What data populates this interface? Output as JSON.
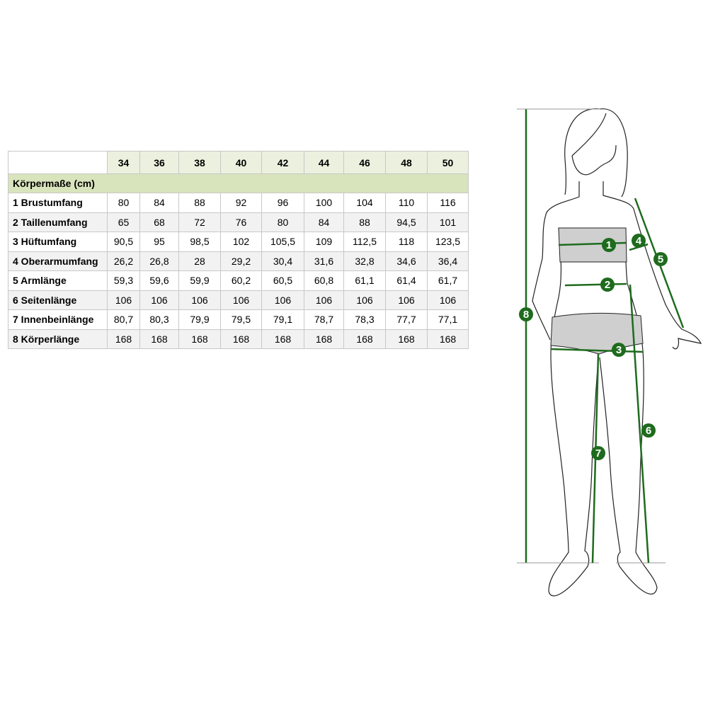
{
  "table": {
    "sizes": [
      "34",
      "36",
      "38",
      "40",
      "42",
      "44",
      "46",
      "48",
      "50"
    ],
    "section_title": "Körpermaße (cm)",
    "rows": [
      {
        "label": "1 Brustumfang",
        "values": [
          "80",
          "84",
          "88",
          "92",
          "96",
          "100",
          "104",
          "110",
          "116"
        ]
      },
      {
        "label": "2 Taillenumfang",
        "values": [
          "65",
          "68",
          "72",
          "76",
          "80",
          "84",
          "88",
          "94,5",
          "101"
        ]
      },
      {
        "label": "3 Hüftumfang",
        "values": [
          "90,5",
          "95",
          "98,5",
          "102",
          "105,5",
          "109",
          "112,5",
          "118",
          "123,5"
        ]
      },
      {
        "label": "4 Oberarmumfang",
        "values": [
          "26,2",
          "26,8",
          "28",
          "29,2",
          "30,4",
          "31,6",
          "32,8",
          "34,6",
          "36,4"
        ]
      },
      {
        "label": "5 Armlänge",
        "values": [
          "59,3",
          "59,6",
          "59,9",
          "60,2",
          "60,5",
          "60,8",
          "61,1",
          "61,4",
          "61,7"
        ]
      },
      {
        "label": "6 Seitenlänge",
        "values": [
          "106",
          "106",
          "106",
          "106",
          "106",
          "106",
          "106",
          "106",
          "106"
        ]
      },
      {
        "label": "7 Innenbeinlänge",
        "values": [
          "80,7",
          "80,3",
          "79,9",
          "79,5",
          "79,1",
          "78,7",
          "78,3",
          "77,7",
          "77,1"
        ]
      },
      {
        "label": "8 Körperlänge",
        "values": [
          "168",
          "168",
          "168",
          "168",
          "168",
          "168",
          "168",
          "168",
          "168"
        ]
      }
    ]
  },
  "figure": {
    "markers": [
      "1",
      "2",
      "3",
      "4",
      "5",
      "6",
      "7",
      "8"
    ],
    "accent_color": "#1e6b1e"
  },
  "colors": {
    "header_bg": "#ebf1de",
    "section_bg": "#d8e4bc",
    "row_alt_bg": "#f2f2f2",
    "border": "#c8c8c8"
  }
}
